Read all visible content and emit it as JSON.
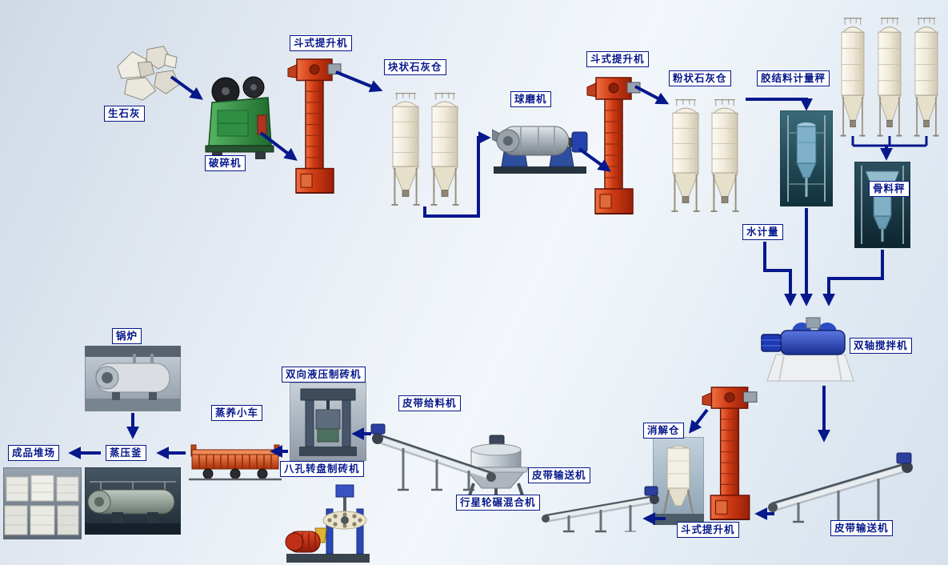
{
  "diagram": {
    "type": "process-flow",
    "language": "zh-CN",
    "nodes": {
      "quicklime": {
        "label": "生石灰"
      },
      "crusher": {
        "label": "破碎机"
      },
      "bucket_elevator_1": {
        "label": "斗式提升机"
      },
      "lump_lime_silo": {
        "label": "块状石灰仓"
      },
      "ball_mill": {
        "label": "球磨机"
      },
      "bucket_elevator_2": {
        "label": "斗式提升机"
      },
      "powder_lime_silo": {
        "label": "粉状石灰仓"
      },
      "binder_metering_scale": {
        "label": "胶结料计量秤"
      },
      "aggregate_scale": {
        "label": "骨料秤"
      },
      "water_metering": {
        "label": "水计量"
      },
      "twin_shaft_mixer": {
        "label": "双轴搅拌机"
      },
      "digestion_silo": {
        "label": "消解仓"
      },
      "bucket_elevator_3": {
        "label": "斗式提升机"
      },
      "belt_conveyor_right": {
        "label": "皮带输送机"
      },
      "belt_conveyor_mid": {
        "label": "皮带输送机"
      },
      "belt_feeder": {
        "label": "皮带给料机"
      },
      "planetary_mixer": {
        "label": "行星轮碾混合机"
      },
      "hydraulic_brick_machine": {
        "label": "双向液压制砖机"
      },
      "rotary_brick_machine": {
        "label": "八孔转盘制砖机"
      },
      "steam_curing_cart": {
        "label": "蒸养小车"
      },
      "autoclave": {
        "label": "蒸压釜"
      },
      "boiler": {
        "label": "锅炉"
      },
      "product_yard": {
        "label": "成品堆场"
      }
    },
    "connections": [
      [
        "quicklime",
        "crusher"
      ],
      [
        "crusher",
        "bucket_elevator_1"
      ],
      [
        "bucket_elevator_1",
        "lump_lime_silo"
      ],
      [
        "lump_lime_silo",
        "ball_mill"
      ],
      [
        "ball_mill",
        "bucket_elevator_2"
      ],
      [
        "bucket_elevator_2",
        "powder_lime_silo"
      ],
      [
        "powder_lime_silo",
        "binder_metering_scale"
      ],
      [
        "aggregate_silos",
        "aggregate_scale"
      ],
      [
        "water_metering",
        "twin_shaft_mixer"
      ],
      [
        "binder_metering_scale",
        "twin_shaft_mixer"
      ],
      [
        "aggregate_scale",
        "twin_shaft_mixer"
      ],
      [
        "twin_shaft_mixer",
        "belt_conveyor_right"
      ],
      [
        "belt_conveyor_right",
        "bucket_elevator_3"
      ],
      [
        "bucket_elevator_3",
        "digestion_silo"
      ],
      [
        "digestion_silo",
        "belt_conveyor_mid"
      ],
      [
        "belt_conveyor_mid",
        "planetary_mixer"
      ],
      [
        "planetary_mixer",
        "belt_feeder"
      ],
      [
        "belt_feeder",
        "hydraulic_brick_machine"
      ],
      [
        "hydraulic_brick_machine",
        "steam_curing_cart"
      ],
      [
        "steam_curing_cart",
        "autoclave"
      ],
      [
        "boiler",
        "autoclave"
      ],
      [
        "autoclave",
        "product_yard"
      ]
    ]
  },
  "colors": {
    "arrow": "#06188c",
    "label_border": "#06188c",
    "label_text": "#06188c",
    "label_bg": "#ffffff",
    "bg_top": "#cfd9e5",
    "bg_bottom": "#d6e1ec",
    "elevator_red": "#cf3c14",
    "silo_cream": "#efe9d8",
    "crusher_green": "#2f9043",
    "machine_blue": "#2c4cc4"
  }
}
